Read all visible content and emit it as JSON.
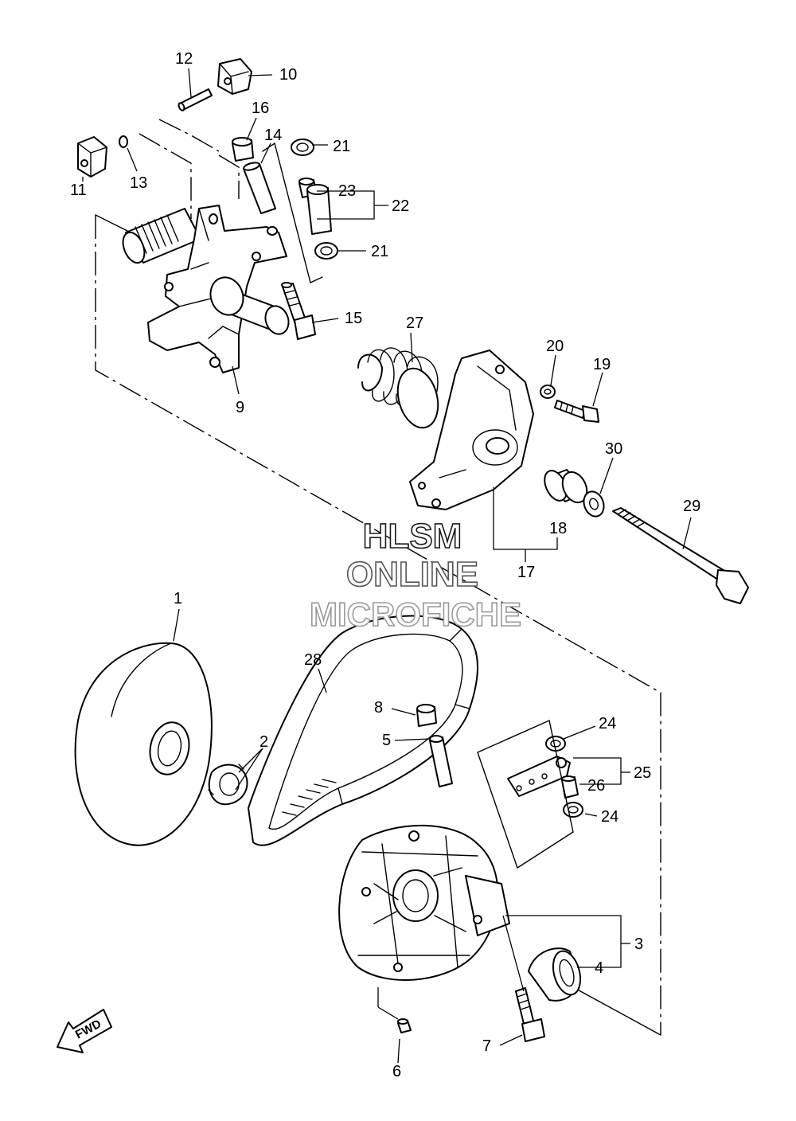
{
  "callouts": [
    {
      "id": "1",
      "label": "1"
    },
    {
      "id": "2",
      "label": "2"
    },
    {
      "id": "3",
      "label": "3"
    },
    {
      "id": "4",
      "label": "4"
    },
    {
      "id": "5",
      "label": "5"
    },
    {
      "id": "6",
      "label": "6"
    },
    {
      "id": "7",
      "label": "7"
    },
    {
      "id": "8",
      "label": "8"
    },
    {
      "id": "9",
      "label": "9"
    },
    {
      "id": "10",
      "label": "10"
    },
    {
      "id": "11",
      "label": "11"
    },
    {
      "id": "12",
      "label": "12"
    },
    {
      "id": "13",
      "label": "13"
    },
    {
      "id": "14",
      "label": "14"
    },
    {
      "id": "15",
      "label": "15"
    },
    {
      "id": "16",
      "label": "16"
    },
    {
      "id": "17",
      "label": "17"
    },
    {
      "id": "18",
      "label": "18"
    },
    {
      "id": "19",
      "label": "19"
    },
    {
      "id": "20",
      "label": "20"
    },
    {
      "id": "21a",
      "label": "21"
    },
    {
      "id": "21b",
      "label": "21"
    },
    {
      "id": "22",
      "label": "22"
    },
    {
      "id": "23",
      "label": "23"
    },
    {
      "id": "24a",
      "label": "24"
    },
    {
      "id": "24b",
      "label": "24"
    },
    {
      "id": "25",
      "label": "25"
    },
    {
      "id": "26",
      "label": "26"
    },
    {
      "id": "27",
      "label": "27"
    },
    {
      "id": "28",
      "label": "28"
    },
    {
      "id": "29",
      "label": "29"
    },
    {
      "id": "30",
      "label": "30"
    }
  ],
  "watermark": {
    "line1": "HLSM",
    "line2": "ONLINE",
    "line3": "MICROFICHE"
  },
  "fwd_label": "FWD",
  "colors": {
    "line": "#000000",
    "background": "#ffffff",
    "watermark_stroke": "#9a9a9a"
  }
}
